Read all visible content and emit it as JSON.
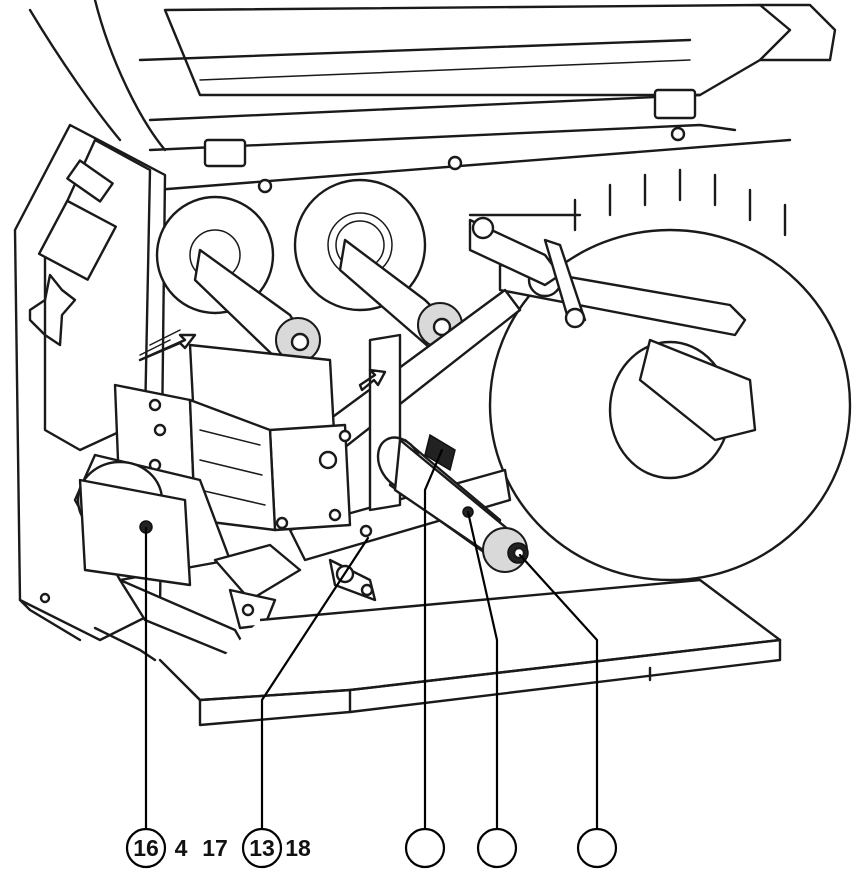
{
  "callouts": [
    {
      "id": "c16",
      "label": "16",
      "circled": true
    },
    {
      "id": "c4",
      "label": "4",
      "circled": false
    },
    {
      "id": "c17",
      "label": "17",
      "circled": false
    },
    {
      "id": "c13",
      "label": "13",
      "circled": true
    },
    {
      "id": "c18",
      "label": "18",
      "circled": false
    },
    {
      "id": "ca",
      "label": "",
      "circled": true
    },
    {
      "id": "cb",
      "label": "",
      "circled": true
    },
    {
      "id": "cc",
      "label": "",
      "circled": true
    }
  ],
  "colors": {
    "line": "#1a1a1a",
    "fill": "#ffffff",
    "shade": "#d9d9d9"
  }
}
